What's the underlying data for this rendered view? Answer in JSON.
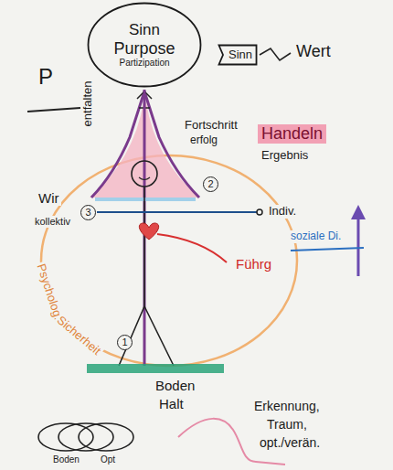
{
  "diagram": {
    "nodes": [
      {
        "text": [
          "Sinn",
          "Purpose",
          "Partizipation"
        ]
      },
      {
        "text": [
          "Sinn"
        ]
      }
    ],
    "labels": [
      "Wert",
      "P",
      "entfalten",
      "Fortschritt",
      "erfolg",
      "Handeln",
      "Ergebnis",
      "Wir",
      "kollektiv",
      "3",
      "2",
      "Indiv.",
      "soziale Di.",
      "Führg",
      "Psycholog.",
      "Sicherheit",
      "1",
      "Boden",
      "Halt",
      "Erkennung,",
      "Traum,",
      "opt./verän.",
      "Boden",
      "Opt"
    ]
  }
}
